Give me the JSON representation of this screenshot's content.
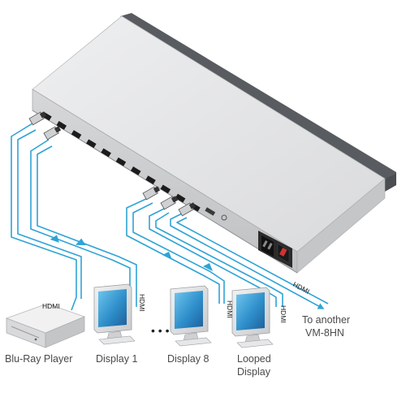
{
  "labels": {
    "source": "Blu-Ray Player",
    "display1": "Display 1",
    "ellipsis": "• • •",
    "display8": "Display 8",
    "looped_line1": "Looped",
    "looped_line2": "Display",
    "another_line1": "To another",
    "another_line2": "VM-8HN"
  },
  "cable_labels": {
    "source": "HDMI",
    "display1": "HDMI",
    "display8": "HDMI",
    "looped": "HDMI",
    "another": "HDMI"
  },
  "colors": {
    "cable": "#2ea3d6",
    "device_top": "#e4e5e6",
    "device_front": "#cfd0d2",
    "device_side": "#55585c",
    "port": "#1c1c1c"
  }
}
